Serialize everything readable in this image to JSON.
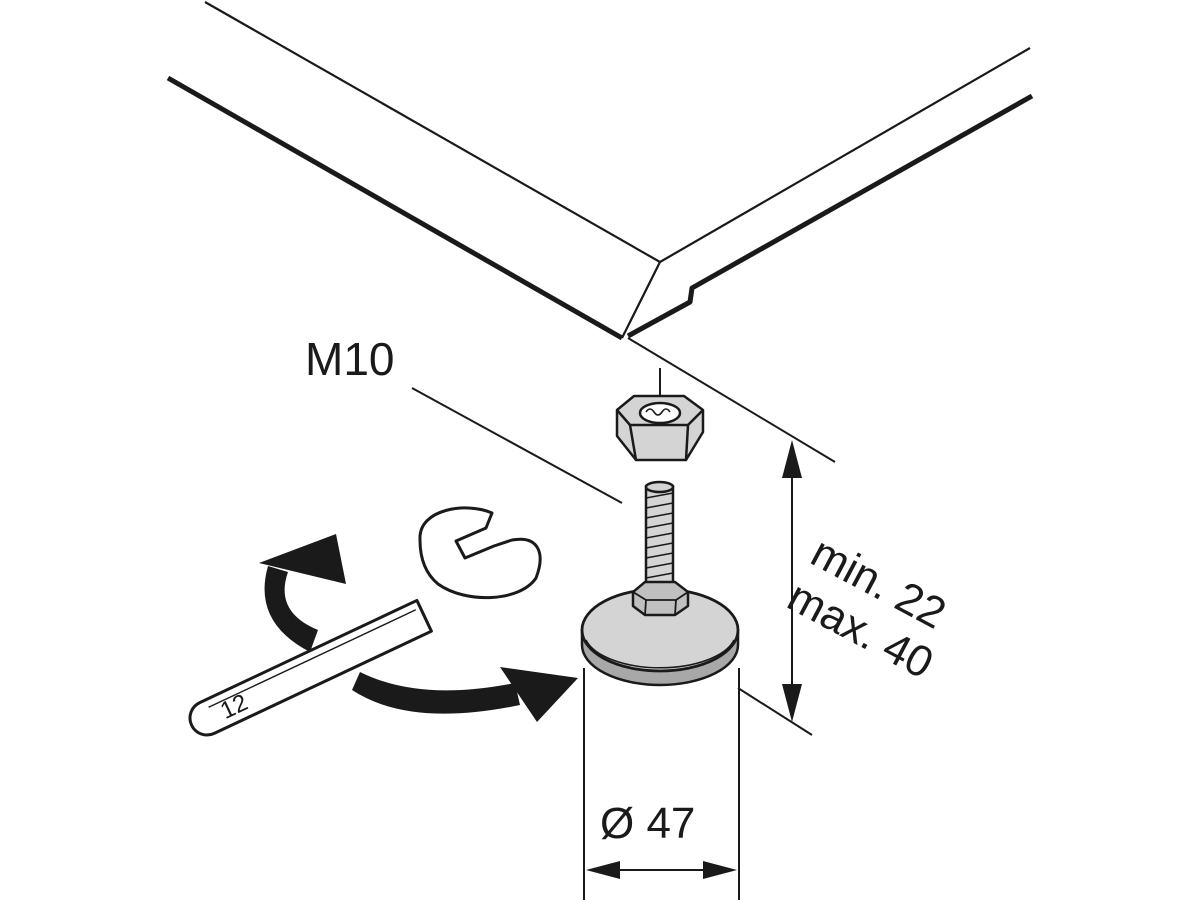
{
  "labels": {
    "thread": "M10",
    "height_min": "min. 22",
    "height_max": "max. 40",
    "diameter": "Ø 47",
    "wrench_size": "12"
  },
  "colors": {
    "line": "#1a1a1a",
    "metal_fill": "#d4d4d4",
    "metal_dark": "#a8a8a8",
    "background": "#ffffff"
  }
}
